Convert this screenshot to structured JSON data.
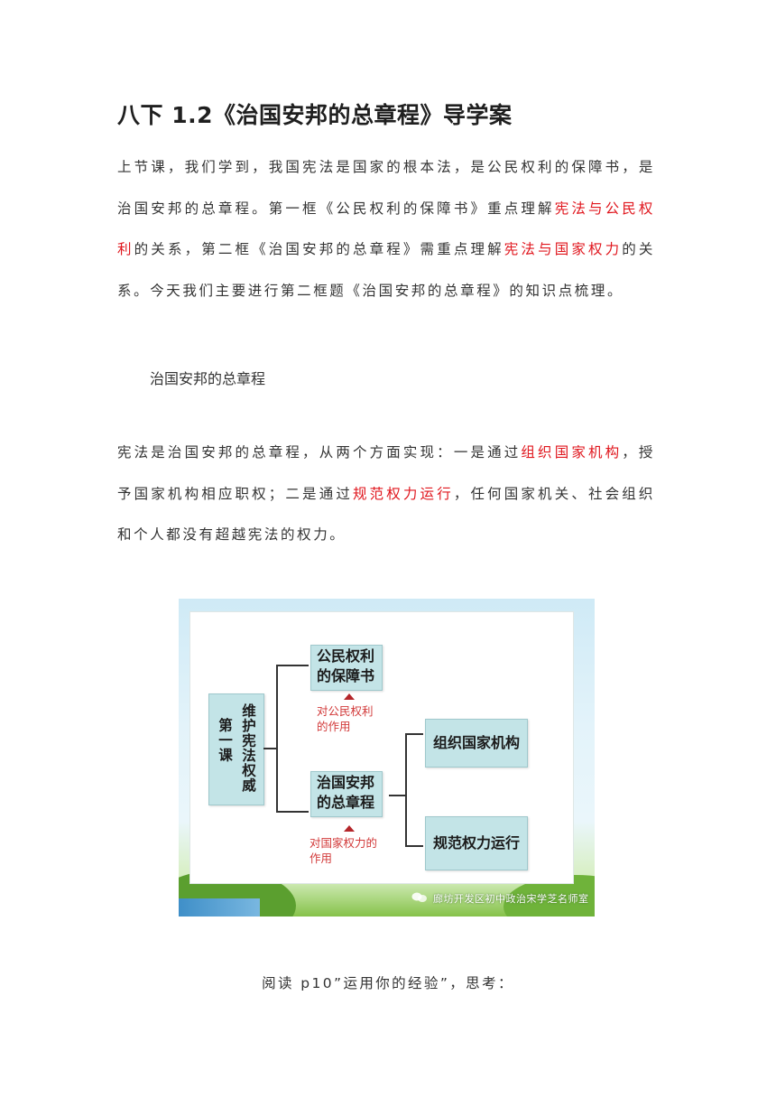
{
  "doc": {
    "title": "八下 1.2《治国安邦的总章程》导学案",
    "intro": {
      "t1": "上节课，我们学到，我国宪法是国家的根本法，是公民权利的保障书，是治国安邦的总章程。第一框《公民权利的保障书》重点理解",
      "r1": "宪法与公民权利",
      "t2": "的关系，第二框《治国安邦的总章程》需重点理解",
      "r2": "宪法与国家权力",
      "t3": "的关系。今天我们主要进行第二框题《治国安邦的总章程》的知识点梳理。"
    },
    "subheading": "治国安邦的总章程",
    "para2": {
      "t1": "宪法是治国安邦的总章程，从两个方面实现：一是通过",
      "r1": "组织国家机构",
      "t2": "，授予国家机构相应职权；二是通过",
      "r2": "规范权力运行",
      "t3": "，任何国家机关、社会组织和个人都没有超越宪法的权力。"
    },
    "caption": "阅读 p10”运用你的经验”，思考："
  },
  "diagram": {
    "lesson_col1": "第一课",
    "lesson_col2": "维护宪法权威",
    "box_rights_l1": "公民权利",
    "box_rights_l2": "的保障书",
    "note_rights_l1": "对公民权利",
    "note_rights_l2": "的作用",
    "box_charter_l1": "治国安邦",
    "box_charter_l2": "的总章程",
    "note_power_l1": "对国家权力的",
    "note_power_l2": "作用",
    "box_org": "组织国家机构",
    "box_norm": "规范权力运行",
    "watermark": "廊坊开发区初中政治宋学芝名师室"
  },
  "colors": {
    "highlight": "#e0161d",
    "box_fill": "#c3e4e7",
    "note": "#d23a3a"
  }
}
